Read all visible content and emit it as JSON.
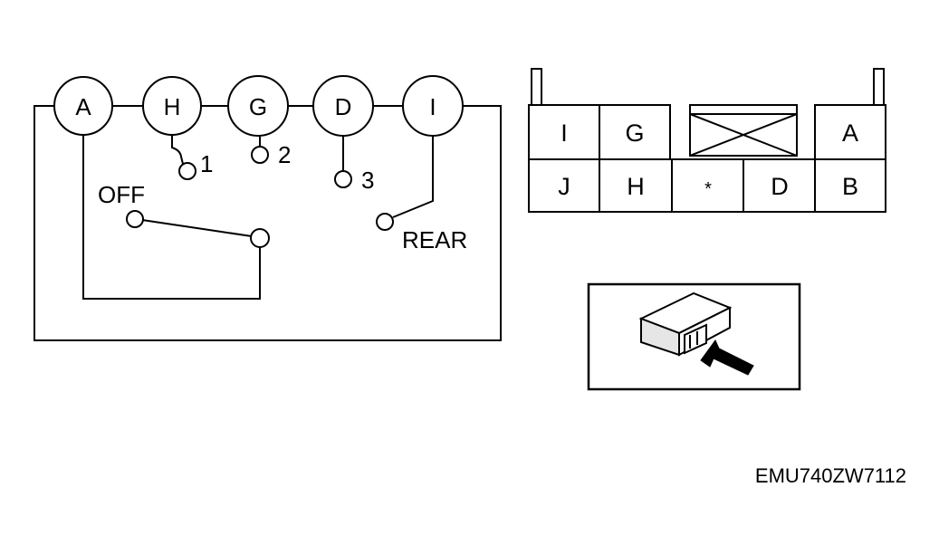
{
  "switch_diagram": {
    "terminals": [
      "A",
      "H",
      "G",
      "D",
      "I"
    ],
    "positions": {
      "off": "OFF",
      "one": "1",
      "two": "2",
      "three": "3",
      "rear": "REAR"
    }
  },
  "connector": {
    "top_row": [
      "I",
      "G",
      "A"
    ],
    "bottom_row": [
      "J",
      "H",
      "*",
      "D",
      "B"
    ]
  },
  "figure_code": "EMU740ZW7112",
  "colors": {
    "ink": "#000000",
    "paper": "#ffffff"
  }
}
